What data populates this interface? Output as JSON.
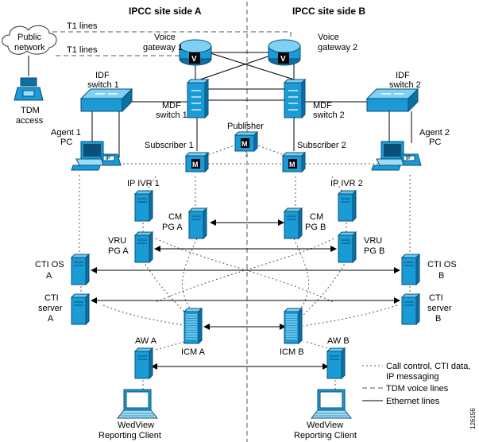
{
  "headers": {
    "site_a": "IPCC site side A",
    "site_b": "IPCC site side B"
  },
  "labels": {
    "public_network_1": "Public",
    "public_network_2": "network",
    "t1_lines_top": "T1 lines",
    "t1_lines_bottom": "T1 lines",
    "tdm_access_1": "TDM",
    "tdm_access_2": "access",
    "voice_gw1_1": "Voice",
    "voice_gw1_2": "gateway 1",
    "voice_gw2_1": "Voice",
    "voice_gw2_2": "gateway 2",
    "idf1_1": "IDF",
    "idf1_2": "switch 1",
    "idf2_1": "IDF",
    "idf2_2": "switch 2",
    "mdf1_1": "MDF",
    "mdf1_2": "switch 1",
    "mdf2_1": "MDF",
    "mdf2_2": "switch 2",
    "agent1_1": "Agent 1",
    "agent1_2": "PC",
    "agent2_1": "Agent 2",
    "agent2_2": "PC",
    "publisher": "Publisher",
    "subscriber1": "Subscriber 1",
    "subscriber2": "Subscriber 2",
    "ipivr1": "IP IVR 1",
    "ipivr2": "IP IVR 2",
    "cmpga_1": "CM",
    "cmpga_2": "PG A",
    "cmpgb_1": "CM",
    "cmpgb_2": "PG B",
    "vrupga_1": "VRU",
    "vrupga_2": "PG A",
    "vrupgb_1": "VRU",
    "vrupgb_2": "PG B",
    "ctios_a_1": "CTI OS",
    "ctios_a_2": "A",
    "ctios_b_1": "CTI OS",
    "ctios_b_2": "B",
    "ctiserver_a_1": "CTI",
    "ctiserver_a_2": "server",
    "ctiserver_a_3": "A",
    "ctiserver_b_1": "CTI",
    "ctiserver_b_2": "server",
    "ctiserver_b_3": "B",
    "icma": "ICM A",
    "icmb": "ICM B",
    "awa": "AW A",
    "awb": "AW B",
    "webview_a_1": "WedView",
    "webview_a_2": "Reporting Client",
    "webview_b_1": "WedView",
    "webview_b_2": "Reporting Client",
    "figure_id": "126156"
  },
  "device_glyphs": {
    "gateway": "V",
    "callmanager": "M",
    "phone": "IP"
  },
  "legend": {
    "control_1": "Call control, CTI data,",
    "control_2": "IP messaging",
    "tdm": "TDM voice lines",
    "ethernet": "Ethernet lines"
  },
  "colors": {
    "device_blue": "#1a9bd6",
    "device_dark": "#0d6fa3"
  }
}
